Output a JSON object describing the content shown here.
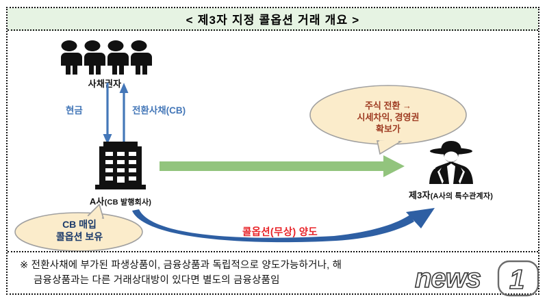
{
  "title": "< 제3자 지정 콜옵션 거래 개요 >",
  "nodes": {
    "bondholders": {
      "icon": "group-of-people-icon",
      "label": "사채권자"
    },
    "company": {
      "icon": "office-building-icon",
      "label_main": "A사",
      "label_sub": "(CB 발행회사)"
    },
    "third_party": {
      "icon": "spy-with-hat-icon",
      "label_main": "제3자",
      "label_sub": "(A사의 특수관계자)"
    }
  },
  "flows": {
    "cash": {
      "label": "현금",
      "direction": "down",
      "color": "#4477b8"
    },
    "convertible_bond": {
      "label": "전환사채(CB)",
      "direction": "up",
      "color": "#4477b8"
    },
    "green_transfer": {
      "label": "",
      "direction": "right",
      "color": "#92c47d"
    },
    "call_option_transfer": {
      "label": "콜옵션(무상) 양도",
      "direction": "up-right",
      "arrow_color": "#2e5fa3",
      "label_color": "#e8252a"
    }
  },
  "bubbles": {
    "gain": {
      "lines": [
        "주식 전환 →",
        "시세차익, 경영권",
        "확보가"
      ],
      "fill": "#fbeccb",
      "stroke": "#a0a0a0",
      "text_color": "#9e3b22"
    },
    "cb_holding": {
      "lines": [
        "CB 매입",
        "콜옵션 보유"
      ],
      "fill": "#fbeccb",
      "stroke": "#a0a0a0",
      "text_color": "#1b3a6b"
    }
  },
  "footnote": {
    "line1": "※ 전환사채에 부가된 파생상품이, 금융상품과 독립적으로 양도가능하거나, 해",
    "line2": "금융상품과는 다른 거래상대방이 있다면 별도의 금융상품임"
  },
  "watermark": {
    "text": "news1"
  },
  "colors": {
    "title_band": "#e6f3e3",
    "frame_border": "#111111",
    "blue_arrow": "#4477b8",
    "green_arrow": "#92c47d",
    "red_text": "#e8252a"
  }
}
